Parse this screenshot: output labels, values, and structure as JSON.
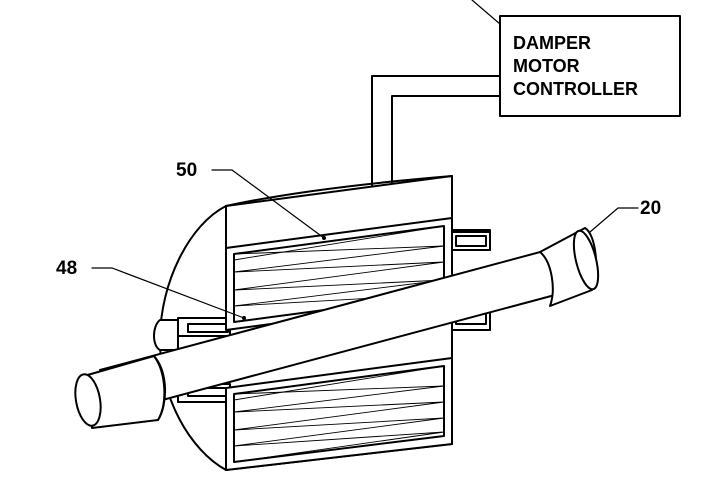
{
  "labels": {
    "controller_line1": "DAMPER",
    "controller_line2": "MOTOR",
    "controller_line3": "CONTROLLER",
    "ref_50": "50",
    "ref_48": "48",
    "ref_20": "20"
  }
}
